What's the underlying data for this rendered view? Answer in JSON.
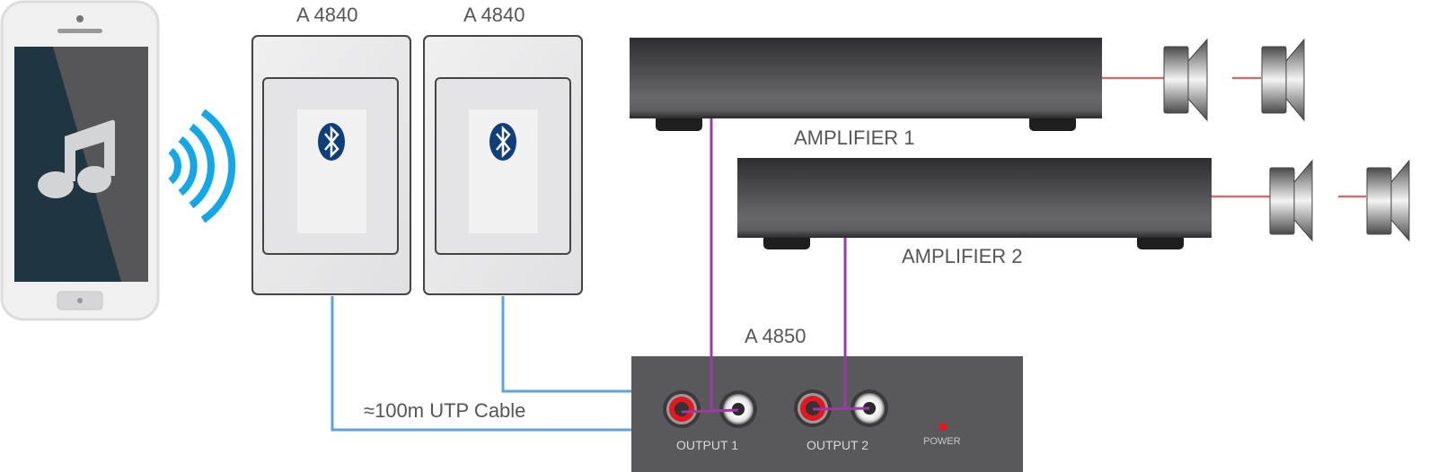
{
  "diagram": {
    "source_device": {
      "name": "smartphone",
      "icon": "music-note-icon",
      "signal": "wireless-signal-icon"
    },
    "wall_units": [
      {
        "label": "A 4840",
        "icon": "bluetooth-icon"
      },
      {
        "label": "A 4840",
        "icon": "bluetooth-icon"
      }
    ],
    "amplifiers": [
      {
        "label": "AMPLIFIER 1",
        "speakers": 2
      },
      {
        "label": "AMPLIFIER 2",
        "speakers": 2
      }
    ],
    "hub": {
      "label": "A 4850",
      "outputs": [
        {
          "label": "OUTPUT 1"
        },
        {
          "label": "OUTPUT 2"
        }
      ],
      "power_label": "POWER"
    },
    "cable_label": "≈100m UTP Cable",
    "colors": {
      "utp_cable": "#5ba3e0",
      "audio_cable": "#9b3aa8",
      "speaker_cable": "#c97070",
      "wireless": "#12a8e8",
      "bluetooth": "#0f3f7a",
      "rca_red": "#e8141e",
      "power_led": "#e8141e"
    }
  }
}
